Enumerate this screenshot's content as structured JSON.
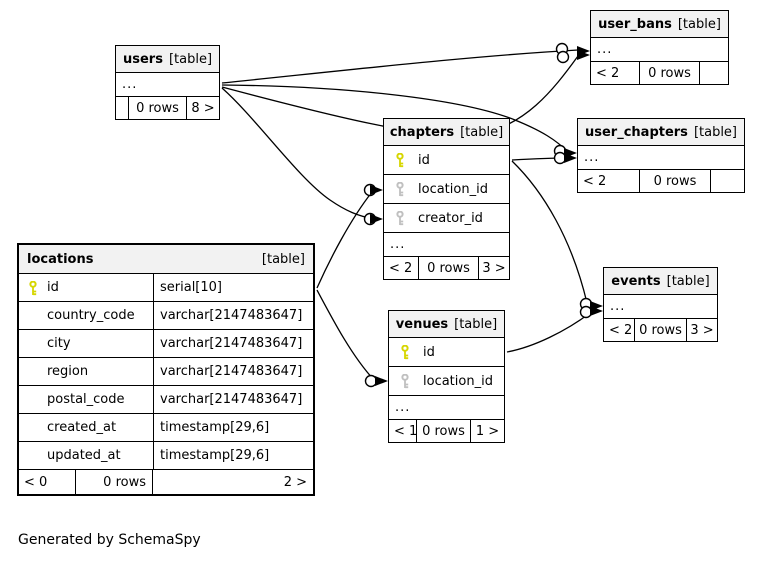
{
  "page": {
    "footer_note": "Generated by SchemaSpy"
  },
  "colors": {
    "pk_key": "#d6d600",
    "fk_key": "#c0c0c0",
    "header_bg": "#f2f2f2",
    "border": "#000000"
  },
  "tables": {
    "users": {
      "name": "users",
      "tag": "[table]",
      "ellipsis": "...",
      "footer": {
        "parents": "",
        "rows": "0 rows",
        "children": "8 >"
      }
    },
    "user_bans": {
      "name": "user_bans",
      "tag": "[table]",
      "ellipsis": "...",
      "footer": {
        "parents": "< 2",
        "rows": "0 rows",
        "children": ""
      }
    },
    "chapters": {
      "name": "chapters",
      "tag": "[table]",
      "ellipsis": "...",
      "columns": [
        {
          "name": "id",
          "key": "pk"
        },
        {
          "name": "location_id",
          "key": "fk"
        },
        {
          "name": "creator_id",
          "key": "fk"
        }
      ],
      "footer": {
        "parents": "< 2",
        "rows": "0 rows",
        "children": "3 >"
      }
    },
    "user_chapters": {
      "name": "user_chapters",
      "tag": "[table]",
      "ellipsis": "...",
      "footer": {
        "parents": "< 2",
        "rows": "0 rows",
        "children": ""
      }
    },
    "events": {
      "name": "events",
      "tag": "[table]",
      "ellipsis": "...",
      "footer": {
        "parents": "< 2",
        "rows": "0 rows",
        "children": "3 >"
      }
    },
    "venues": {
      "name": "venues",
      "tag": "[table]",
      "ellipsis": "...",
      "columns": [
        {
          "name": "id",
          "key": "pk"
        },
        {
          "name": "location_id",
          "key": "fk"
        }
      ],
      "footer": {
        "parents": "< 1",
        "rows": "0 rows",
        "children": "1 >"
      }
    },
    "locations": {
      "name": "locations",
      "tag": "[table]",
      "columns": [
        {
          "name": "id",
          "type": "serial[10]",
          "key": "pk"
        },
        {
          "name": "country_code",
          "type": "varchar[2147483647]",
          "key": ""
        },
        {
          "name": "city",
          "type": "varchar[2147483647]",
          "key": ""
        },
        {
          "name": "region",
          "type": "varchar[2147483647]",
          "key": ""
        },
        {
          "name": "postal_code",
          "type": "varchar[2147483647]",
          "key": ""
        },
        {
          "name": "created_at",
          "type": "timestamp[29,6]",
          "key": ""
        },
        {
          "name": "updated_at",
          "type": "timestamp[29,6]",
          "key": ""
        }
      ],
      "footer": {
        "parents": "< 0",
        "rows": "0 rows",
        "children": "2 >"
      }
    }
  },
  "relationships": [
    {
      "from": "users",
      "to": "user_bans"
    },
    {
      "from": "users",
      "to": "user_bans"
    },
    {
      "from": "users",
      "to": "user_chapters"
    },
    {
      "from": "chapters",
      "to": "user_chapters"
    },
    {
      "from": "users",
      "to": "chapters.creator_id"
    },
    {
      "from": "locations",
      "to": "chapters.location_id"
    },
    {
      "from": "locations",
      "to": "venues.location_id"
    },
    {
      "from": "chapters",
      "to": "events"
    },
    {
      "from": "venues",
      "to": "events"
    }
  ]
}
